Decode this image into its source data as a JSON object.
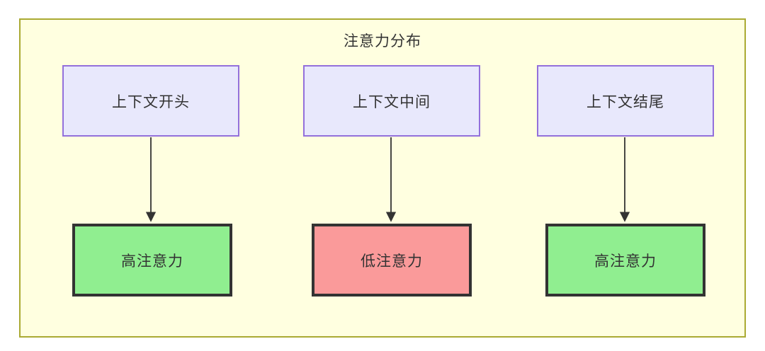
{
  "diagram": {
    "title": "注意力分布",
    "colors": {
      "container_fill": "#ffffe0",
      "container_border": "#aaaa33",
      "source_fill": "#e8e8fc",
      "source_border": "#9370db",
      "high_fill": "#90ee90",
      "low_fill": "#fa9a9a",
      "result_border": "#333333",
      "text": "#333333",
      "edge": "#333333"
    },
    "nodes": {
      "context_start": "上下文开头",
      "context_middle": "上下文中间",
      "context_end": "上下文结尾",
      "attention_high_1": "高注意力",
      "attention_low": "低注意力",
      "attention_high_2": "高注意力"
    },
    "edges": [
      {
        "from": "上下文开头",
        "to": "高注意力",
        "arrow": "arrow-down-icon"
      },
      {
        "from": "上下文中间",
        "to": "低注意力",
        "arrow": "arrow-down-icon"
      },
      {
        "from": "上下文结尾",
        "to": "高注意力",
        "arrow": "arrow-down-icon"
      }
    ]
  }
}
